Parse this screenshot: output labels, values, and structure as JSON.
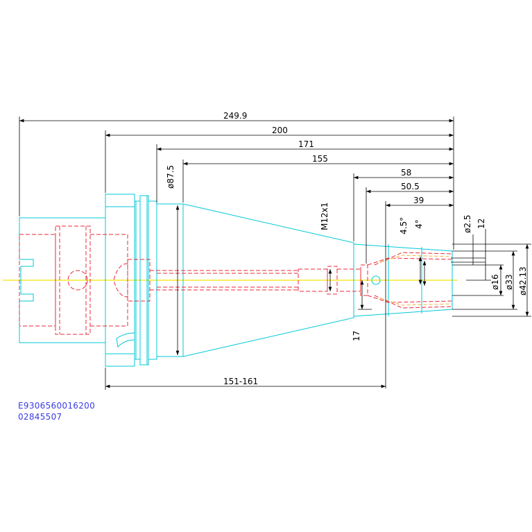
{
  "colors": {
    "outline": "#00c8d8",
    "hidden": "#e8283a",
    "centerline": "#f5e400",
    "dimension": "#000000",
    "code_text": "#3a3ae8",
    "collet": "#f0b040"
  },
  "dimensions": {
    "overall_length": "249.9",
    "d200": "200",
    "d171": "171",
    "d155": "155",
    "d58": "58",
    "d50_5": "50.5",
    "d39": "39",
    "range": "151-161",
    "dia87_5": "ø87.5",
    "thread": "M12x1",
    "dia2_5": "ø2.5",
    "d12": "12",
    "dia16": "ø16",
    "dia33": "ø33",
    "dia42_13": "ø42.13",
    "d17": "17",
    "angle_4_5": "4.5°",
    "angle_4": "4°"
  },
  "part_code": {
    "line1": "E9306560016200",
    "line2": "02845507"
  }
}
